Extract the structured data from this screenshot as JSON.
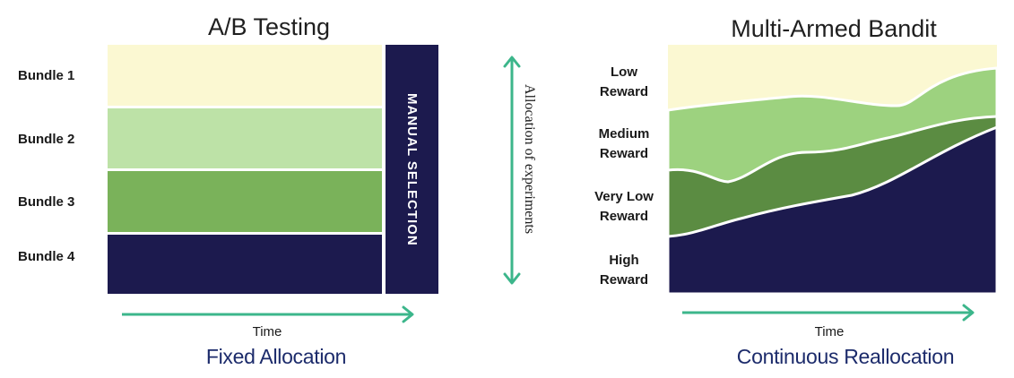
{
  "ab_panel": {
    "title": "A/B Testing",
    "bundles": [
      "Bundle 1",
      "Bundle 2",
      "Bundle 3",
      "Bundle 4"
    ],
    "manual_selection": "MANUAL SELECTION",
    "time_label": "Time",
    "caption": "Fixed Allocation"
  },
  "axis": {
    "label": "Allocation of experiments"
  },
  "mab_panel": {
    "title": "Multi-Armed Bandit",
    "bands": [
      "Low\nReward",
      "Medium\nReward",
      "Very Low\nReward",
      "High\nReward"
    ],
    "time_label": "Time",
    "caption": "Continuous Reallocation"
  },
  "colors": {
    "pale_yellow": "#fbf8d2",
    "light_green": "#bde2a7",
    "mid_green": "#7ab25a",
    "medium_green": "#9dd27f",
    "dark_green": "#5b8c42",
    "navy": "#1c1a4e",
    "arrow_teal": "#3cb68b",
    "caption_blue": "#1c2b6b"
  }
}
